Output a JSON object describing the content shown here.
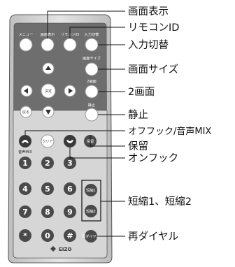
{
  "callouts": {
    "screen_display": "画面表示",
    "remote_id": "リモコンID",
    "input_switch": "入力切替",
    "screen_size": "画面サイズ",
    "dual_screen": "2画面",
    "freeze": "静止",
    "off_hook_mix": "オフフック/音声MIX",
    "hold": "保留",
    "on_hook": "オンフック",
    "speed_dial": "短縮1、短縮2",
    "redial": "再ダイヤル"
  },
  "remote": {
    "top_buttons": [
      "メニュー",
      "画面表示",
      "リモコンID",
      "入力切替"
    ],
    "screen_size_label": "画面サイズ",
    "center_label": "決定",
    "dual_label": "2画面",
    "back_label": "戻る",
    "freeze_label": "静止",
    "clear_label": "クリア",
    "hold_label": "保留",
    "mix_label": "音声MIX",
    "keypad": [
      "1",
      "2",
      "3",
      "4",
      "5",
      "6",
      "7",
      "8",
      "9",
      "*",
      "0",
      "#"
    ],
    "speed1_label": "短縮1",
    "speed2_label": "短縮2",
    "redial_label": "再ダイヤル",
    "brand": "EIZO"
  }
}
